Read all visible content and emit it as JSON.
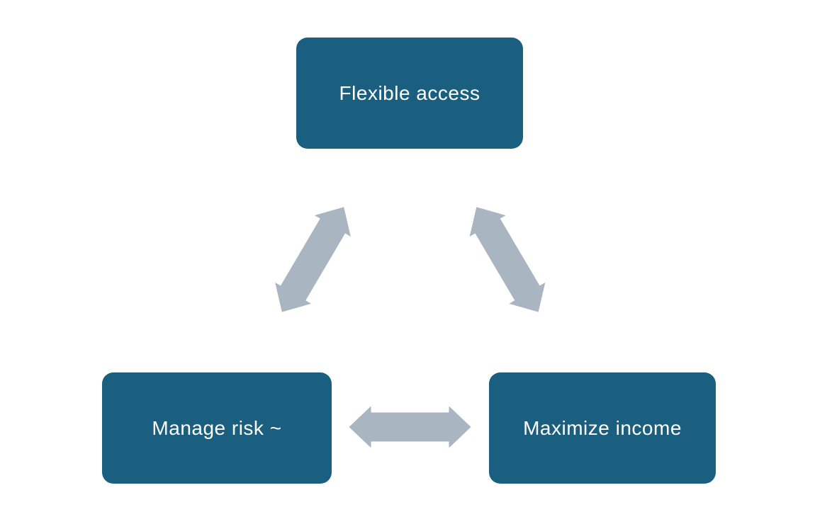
{
  "diagram": {
    "type": "cycle",
    "nodes": [
      {
        "id": "flexible-access",
        "label": "Flexible access",
        "position": "top"
      },
      {
        "id": "manage-risk",
        "label": "Manage risk ~",
        "position": "bottom-left"
      },
      {
        "id": "maximize-income",
        "label": "Maximize income",
        "position": "bottom-right"
      }
    ],
    "connections": [
      {
        "from": "flexible-access",
        "to": "manage-risk",
        "bidirectional": true
      },
      {
        "from": "flexible-access",
        "to": "maximize-income",
        "bidirectional": true
      },
      {
        "from": "manage-risk",
        "to": "maximize-income",
        "bidirectional": true
      }
    ]
  },
  "colors": {
    "node_fill": "#1A5F7F",
    "node_text": "#FFFFFF",
    "arrow_fill": "#A9B5C1",
    "background": "#FFFFFF"
  }
}
